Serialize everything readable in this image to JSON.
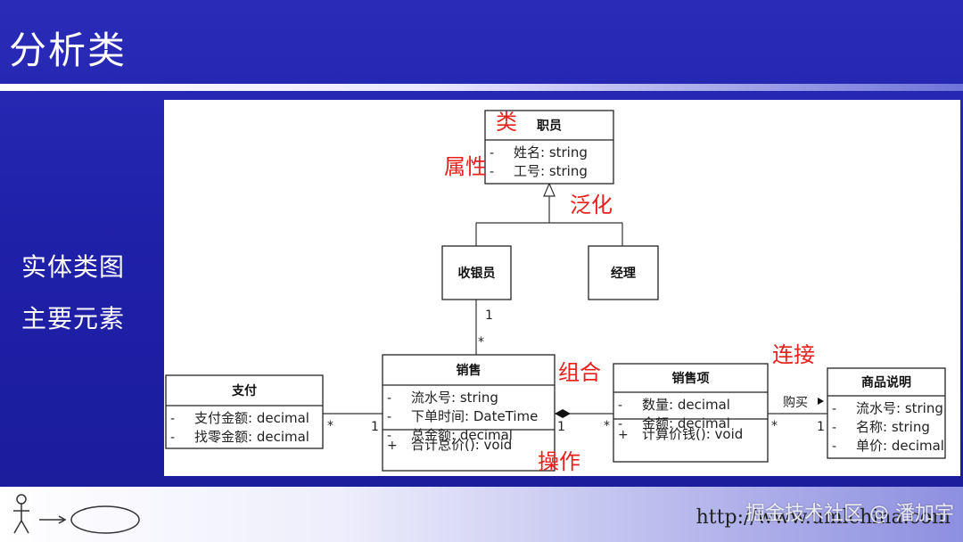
{
  "slide": {
    "title": "分析类",
    "side_lines": [
      "实体类图",
      "主要元素"
    ]
  },
  "diagram": {
    "classes": [
      {
        "id": "employee",
        "name": "职员",
        "attributes": [
          {
            "vis": "-",
            "text": "姓名: string"
          },
          {
            "vis": "-",
            "text": "工号: string"
          }
        ],
        "operations": []
      },
      {
        "id": "cashier",
        "name": "收银员",
        "attributes": [],
        "operations": []
      },
      {
        "id": "manager",
        "name": "经理",
        "attributes": [],
        "operations": []
      },
      {
        "id": "payment",
        "name": "支付",
        "attributes": [
          {
            "vis": "-",
            "text": "支付金额: decimal"
          },
          {
            "vis": "-",
            "text": "找零金额: decimal"
          }
        ],
        "operations": []
      },
      {
        "id": "sale",
        "name": "销售",
        "attributes": [
          {
            "vis": "-",
            "text": "流水号: string"
          },
          {
            "vis": "-",
            "text": "下单时间: DateTime"
          },
          {
            "vis": "-",
            "text": "总金额: decimal"
          }
        ],
        "operations": [
          {
            "vis": "+",
            "text": "合计总价(): void"
          }
        ]
      },
      {
        "id": "saleitem",
        "name": "销售项",
        "attributes": [
          {
            "vis": "-",
            "text": "数量: decimal"
          },
          {
            "vis": "-",
            "text": "金额: decimal"
          }
        ],
        "operations": [
          {
            "vis": "+",
            "text": "计算价钱(): void"
          }
        ]
      },
      {
        "id": "product",
        "name": "商品说明",
        "attributes": [
          {
            "vis": "-",
            "text": "流水号: string"
          },
          {
            "vis": "-",
            "text": "名称: string"
          },
          {
            "vis": "-",
            "text": "单价: decimal"
          }
        ],
        "operations": []
      }
    ],
    "multiplicities": {
      "cashier_end": "1",
      "sale_top_end": "*",
      "payment_end": "*",
      "sale_left_end": "1",
      "sale_right_end": "1",
      "saleitem_left_end": "*",
      "saleitem_right_end": "*",
      "product_end": "1"
    },
    "association_label": "购买",
    "annotations": {
      "class": "类",
      "attribute": "属性",
      "generalization": "泛化",
      "composition": "组合",
      "association": "连接",
      "operation": "操作"
    },
    "annotation_color": "#e8201c"
  },
  "footer": {
    "url": "http://www.umlchina.com",
    "watermark": "掘金技术社区 @ 潘加宇"
  }
}
